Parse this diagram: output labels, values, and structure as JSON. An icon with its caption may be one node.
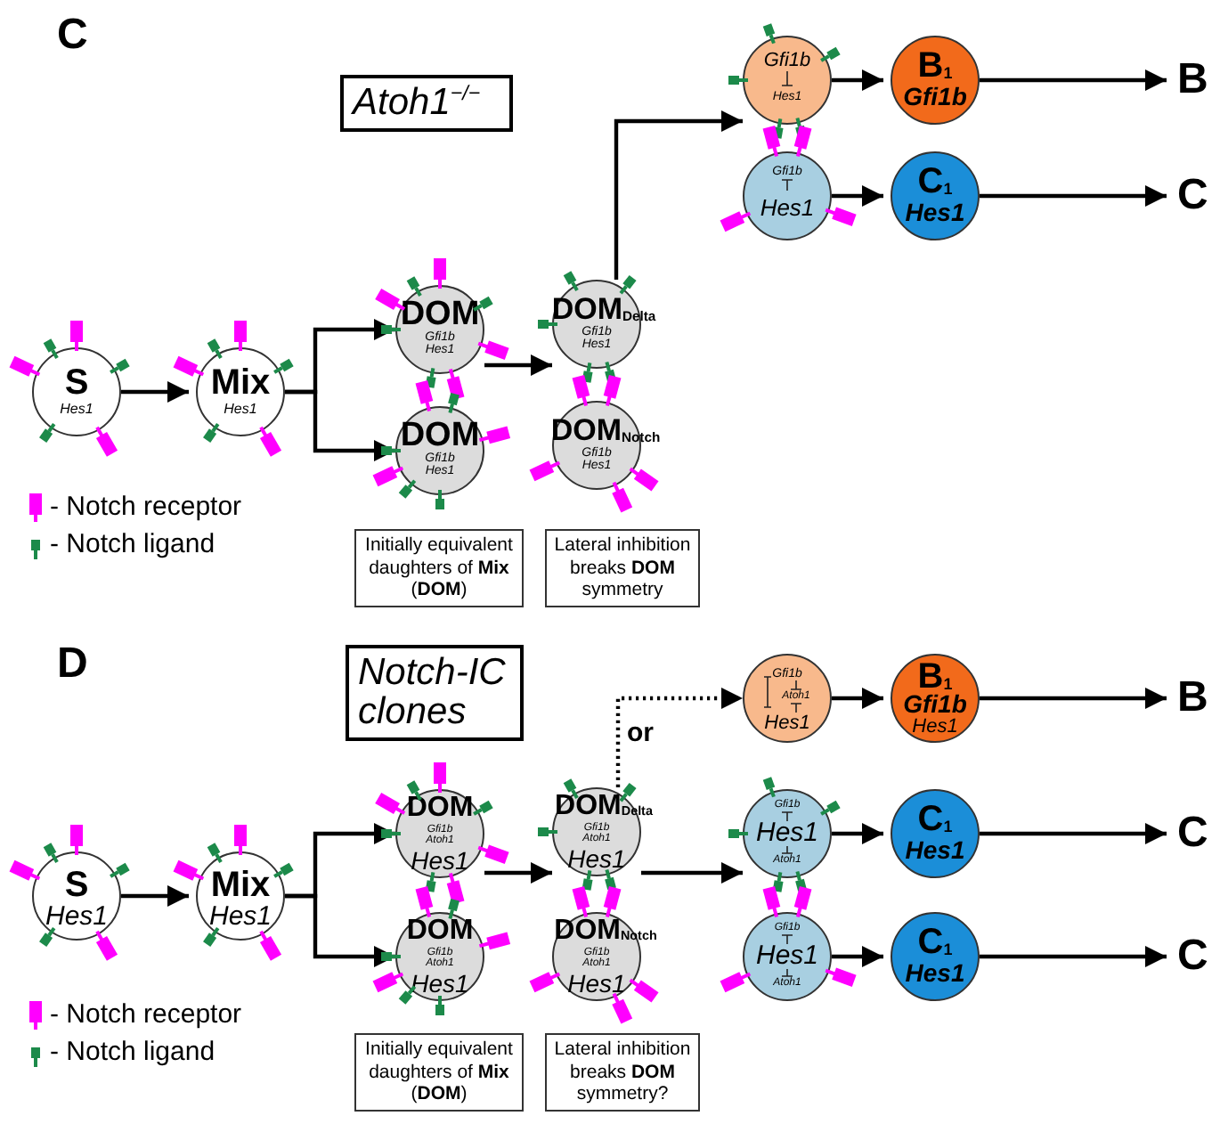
{
  "diagram": {
    "nodes": [
      {
        "text": [
          "Atoh1$^{−/−}$"
        ]
      },
      {
        "text": [
          "Gfi1b",
          "Hes1"
        ]
      },
      {
        "text": [
          "B$_{1}$",
          "Gfi1b"
        ]
      },
      {
        "text": [
          "B"
        ]
      },
      {
        "text": [
          "Gfi1b",
          "Hes1"
        ]
      },
      {
        "text": [
          "C$_{1}$",
          "Hes1"
        ]
      },
      {
        "text": [
          "C"
        ]
      },
      {
        "text": [
          "S",
          "Hes1"
        ]
      },
      {
        "text": [
          "Mix",
          "Hes1"
        ]
      },
      {
        "text": [
          "DOM",
          "Gfi1b",
          "Hes1"
        ]
      },
      {
        "text": [
          "DOM",
          "Gfi1b",
          "Hes1"
        ]
      },
      {
        "text": [
          "DOM$_{Delta}$",
          "Gfi1b",
          "Hes1"
        ]
      },
      {
        "text": [
          "DOM$_{Notch}$",
          "Gfi1b",
          "Hes1"
        ]
      },
      {
        "text": [
          "Initially equivalent daughters of **Mix** (**DOM**)"
        ]
      },
      {
        "text": [
          "Lateral inhibition breaks **DOM** symmetry"
        ]
      },
      {
        "text": [
          "Notch-IC clones"
        ]
      },
      {
        "text": [
          "Gfi1b",
          "Atoh1",
          "Hes1"
        ]
      },
      {
        "text": [
          "B$_{1}$",
          "Gfi1b",
          "Hes1"
        ]
      },
      {
        "text": [
          "B"
        ]
      },
      {
        "text": [
          "S",
          "Hes1"
        ]
      },
      {
        "text": [
          "Mix",
          "Hes1"
        ]
      },
      {
        "text": [
          "DOM",
          "Gfi1b",
          "Atoh1",
          "Hes1"
        ]
      },
      {
        "text": [
          "DOM",
          "Gfi1b",
          "Atoh1",
          "Hes1"
        ]
      },
      {
        "text": [
          "DOM$_{Delta}$",
          "Gfi1b",
          "Atoh1",
          "Hes1"
        ]
      },
      {
        "text": [
          "Gfi1b",
          "Hes1",
          "Atoh1"
        ]
      },
      {
        "text": [
          "C$_{1}$",
          "Hes1"
        ]
      },
      {
        "text": [
          "C"
        ]
      },
      {
        "text": [
          "DOM$_{Notch}$",
          "Gfi1b",
          "Atoh1",
          "Hes1"
        ]
      },
      {
        "text": [
          "Gfi1b",
          "Hes1",
          "Atoh1"
        ]
      },
      {
        "text": [
          "C$_{1}$",
          "Hes1"
        ]
      },
      {
        "text": [
          "C"
        ]
      },
      {
        "text": [
          "Initially equivalent daughters of **Mix** (**DOM**)"
        ]
      },
      {
        "text": [
          "Lateral inhibition breaks **DOM** symmetry?"
        ]
      }
    ],
    "edges": [
      {
        "from": 7,
        "to": 8,
        "arrow": "to"
      },
      {
        "from": 8,
        "to": 9,
        "arrow": "to"
      },
      {
        "from": 8,
        "to": 10,
        "arrow": "to"
      },
      {
        "from": 9,
        "to": 11,
        "arrow": "to"
      },
      {
        "from": 11,
        "to": 1,
        "arrow": "to"
      },
      {
        "from": 1,
        "to": 2,
        "arrow": "to"
      },
      {
        "from": 2,
        "to": 3,
        "arrow": "to"
      },
      {
        "from": 4,
        "to": 5,
        "arrow": "to"
      },
      {
        "from": 5,
        "to": 6,
        "arrow": "to"
      },
      {
        "from": 19,
        "to": 20,
        "arrow": "to"
      },
      {
        "from": 20,
        "to": 21,
        "arrow": "to"
      },
      {
        "from": 20,
        "to": 22,
        "arrow": "to"
      },
      {
        "from": 21,
        "to": 23,
        "arrow": "to"
      },
      {
        "from": 23,
        "to": 16,
        "arrow": "to",
        "label": "or",
        "style": "dashed"
      },
      {
        "from": 23,
        "to": 24,
        "arrow": "to"
      },
      {
        "from": 16,
        "to": 17,
        "arrow": "to"
      },
      {
        "from": 17,
        "to": 18,
        "arrow": "to"
      },
      {
        "from": 24,
        "to": 25,
        "arrow": "to"
      },
      {
        "from": 25,
        "to": 26,
        "arrow": "to"
      },
      {
        "from": 28,
        "to": 29,
        "arrow": "to"
      },
      {
        "from": 29,
        "to": 30,
        "arrow": "to"
      }
    ],
    "labels": [
      "C",
      "D"
    ],
    "legend": [
      {
        "text": "- Notch receptor"
      },
      {
        "text": "- Notch ligand"
      },
      {
        "text": "- Notch receptor"
      },
      {
        "text": "- Notch ligand"
      }
    ]
  }
}
